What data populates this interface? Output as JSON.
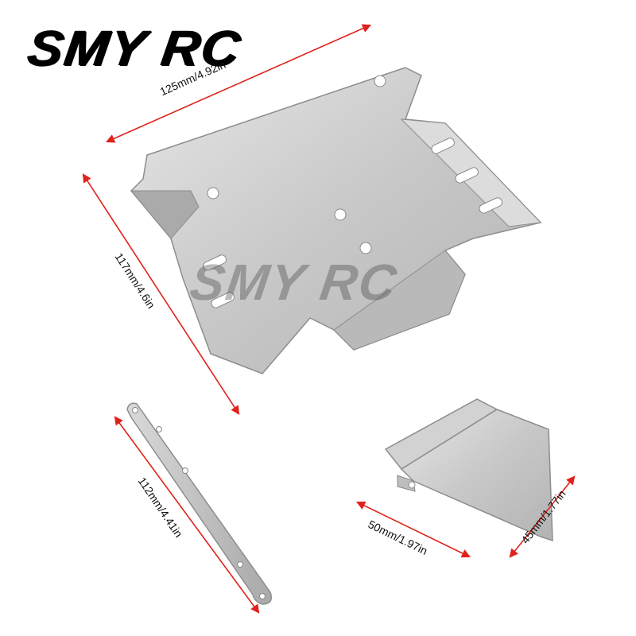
{
  "brand": {
    "logo_text": "SMY RC",
    "watermark_text": "SMY RC"
  },
  "dimensions": {
    "plate_width": "125mm/4.92in",
    "plate_height": "117mm/4.6in",
    "bar_length": "112mm/4.41in",
    "guard_width": "50mm/1.97in",
    "guard_height": "45mm/1.77in"
  },
  "colors": {
    "arrow": "#e0221c",
    "metal": "#c7c7c7",
    "metal_dark": "#9a9a9a",
    "metal_light": "#ececec"
  }
}
